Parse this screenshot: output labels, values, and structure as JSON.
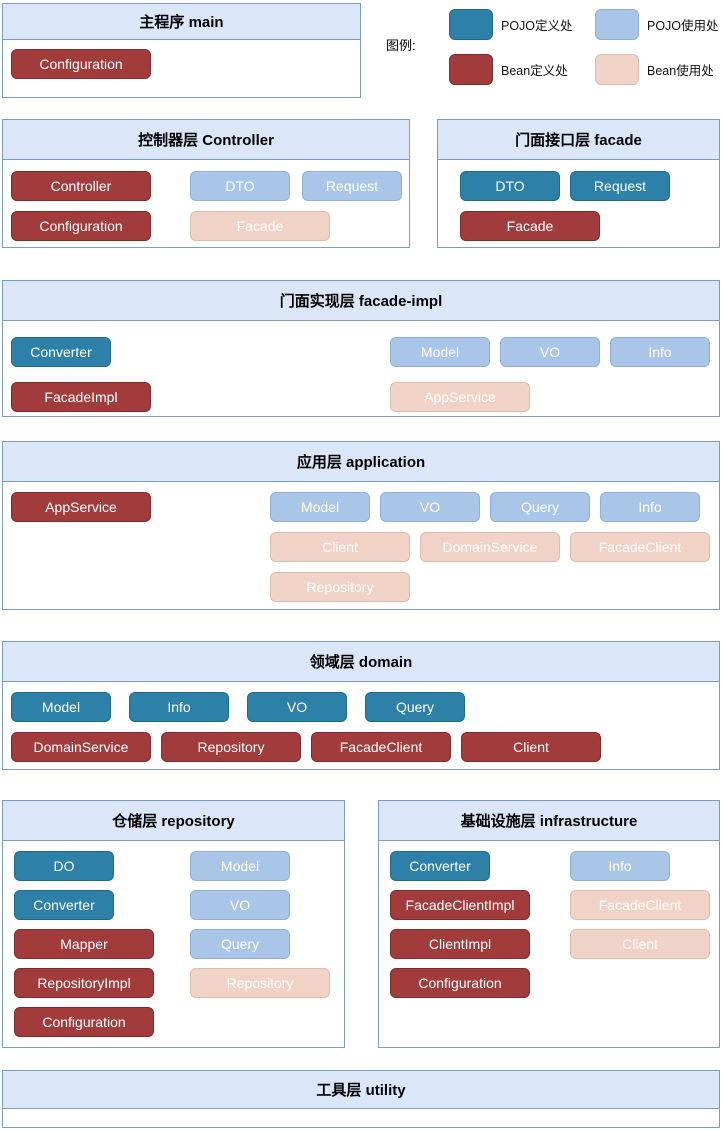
{
  "palette": {
    "pojo_def": {
      "fill": "#2d80a7",
      "border": "#1e6a8d",
      "text": "#ffffff"
    },
    "pojo_use": {
      "fill": "#a9c6e8",
      "border": "#8fb0d8",
      "text": "#ffffff"
    },
    "bean_def": {
      "fill": "#a23b3b",
      "border": "#7c2c2c",
      "text": "#ffffff"
    },
    "bean_use": {
      "fill": "#f1d2c6",
      "border": "#dfbbaa",
      "text": "#ffffff"
    },
    "header_fill": "#dbe7f8",
    "frame_border": "#7d9cc4"
  },
  "legend": {
    "label": "图例:",
    "items": [
      {
        "name": "pojo-definition",
        "type": "pojo_def",
        "label": "POJO定义处"
      },
      {
        "name": "pojo-usage",
        "type": "pojo_use",
        "label": "POJO使用处"
      },
      {
        "name": "bean-definition",
        "type": "bean_def",
        "label": "Bean定义处"
      },
      {
        "name": "bean-usage",
        "type": "bean_use",
        "label": "Bean使用处"
      }
    ]
  },
  "layers": {
    "main": {
      "title": "主程序 main",
      "rows": [
        {
          "left": [
            {
              "label": "Configuration",
              "type": "bean_def",
              "wide": true
            }
          ]
        }
      ]
    },
    "controller": {
      "title": "控制器层 Controller",
      "rows": [
        {
          "gap": 12,
          "left": [
            {
              "label": "Controller",
              "type": "bean_def",
              "wide": true
            }
          ],
          "right": [
            {
              "label": "DTO",
              "type": "pojo_use"
            },
            {
              "label": "Request",
              "type": "pojo_use"
            }
          ]
        },
        {
          "left": [
            {
              "label": "Configuration",
              "type": "bean_def",
              "wide": true
            }
          ],
          "right": [
            {
              "label": "Facade",
              "type": "bean_use",
              "wide": true
            }
          ]
        }
      ]
    },
    "facade": {
      "title": "门面接口层 facade",
      "rows": [
        {
          "left": [
            {
              "label": "DTO",
              "type": "pojo_def"
            },
            {
              "label": "Request",
              "type": "pojo_def"
            }
          ]
        },
        {
          "left": [
            {
              "label": "Facade",
              "type": "bean_def",
              "wide": true
            }
          ]
        }
      ]
    },
    "facade_impl": {
      "title": "门面实现层 facade-impl",
      "rows": [
        {
          "left": [
            {
              "label": "Converter",
              "type": "pojo_def"
            }
          ],
          "right": [
            {
              "label": "Model",
              "type": "pojo_use"
            },
            {
              "label": "VO",
              "type": "pojo_use"
            },
            {
              "label": "Info",
              "type": "pojo_use"
            }
          ]
        },
        {
          "left": [
            {
              "label": "FacadeImpl",
              "type": "bean_def",
              "wide": true
            }
          ],
          "right": [
            {
              "label": "AppService",
              "type": "bean_use",
              "wide": true
            }
          ]
        }
      ]
    },
    "application": {
      "title": "应用层 application",
      "rows": [
        {
          "left": [
            {
              "label": "AppService",
              "type": "bean_def",
              "wide": true
            }
          ],
          "right": [
            {
              "label": "Model",
              "type": "pojo_use"
            },
            {
              "label": "VO",
              "type": "pojo_use"
            },
            {
              "label": "Query",
              "type": "pojo_use"
            },
            {
              "label": "Info",
              "type": "pojo_use"
            }
          ]
        },
        {
          "right": [
            {
              "label": "Client",
              "type": "bean_use",
              "wide": true
            },
            {
              "label": "DomainService",
              "type": "bean_use",
              "wide": true
            },
            {
              "label": "FacadeClient",
              "type": "bean_use",
              "wide": true
            }
          ]
        },
        {
          "right": [
            {
              "label": "Repository",
              "type": "bean_use",
              "wide": true
            }
          ]
        }
      ]
    },
    "domain": {
      "title": "领域层 domain",
      "rows": [
        {
          "gap": 18,
          "left": [
            {
              "label": "Model",
              "type": "pojo_def"
            },
            {
              "label": "Info",
              "type": "pojo_def"
            },
            {
              "label": "VO",
              "type": "pojo_def"
            },
            {
              "label": "Query",
              "type": "pojo_def"
            }
          ]
        },
        {
          "left": [
            {
              "label": "DomainService",
              "type": "bean_def",
              "wide": true
            },
            {
              "label": "Repository",
              "type": "bean_def",
              "wide": true
            },
            {
              "label": "FacadeClient",
              "type": "bean_def",
              "wide": true
            },
            {
              "label": "Client",
              "type": "bean_def",
              "wide": true
            }
          ]
        }
      ]
    },
    "repository": {
      "title": "仓储层 repository",
      "rows": [
        {
          "left": [
            {
              "label": "DO",
              "type": "pojo_def"
            }
          ],
          "right": [
            {
              "label": "Model",
              "type": "pojo_use"
            }
          ]
        },
        {
          "left": [
            {
              "label": "Converter",
              "type": "pojo_def"
            }
          ],
          "right": [
            {
              "label": "VO",
              "type": "pojo_use"
            }
          ]
        },
        {
          "left": [
            {
              "label": "Mapper",
              "type": "bean_def",
              "wide": true
            }
          ],
          "right": [
            {
              "label": "Query",
              "type": "pojo_use"
            }
          ]
        },
        {
          "left": [
            {
              "label": "RepositoryImpl",
              "type": "bean_def",
              "wide": true
            }
          ],
          "right": [
            {
              "label": "Repository",
              "type": "bean_use",
              "wide": true
            }
          ]
        },
        {
          "left": [
            {
              "label": "Configuration",
              "type": "bean_def",
              "wide": true
            }
          ]
        }
      ]
    },
    "infrastructure": {
      "title": "基础设施层 infrastructure",
      "rows": [
        {
          "left": [
            {
              "label": "Converter",
              "type": "pojo_def"
            }
          ],
          "right": [
            {
              "label": "Info",
              "type": "pojo_use"
            }
          ]
        },
        {
          "left": [
            {
              "label": "FacadeClientImpl",
              "type": "bean_def",
              "wide": true
            }
          ],
          "right": [
            {
              "label": "FacadeClient",
              "type": "bean_use",
              "wide": true
            }
          ]
        },
        {
          "left": [
            {
              "label": "ClientImpl",
              "type": "bean_def",
              "wide": true
            }
          ],
          "right": [
            {
              "label": "Client",
              "type": "bean_use",
              "wide": true
            }
          ]
        },
        {
          "left": [
            {
              "label": "Configuration",
              "type": "bean_def",
              "wide": true
            }
          ]
        }
      ]
    },
    "utility": {
      "title": "工具层 utility",
      "rows": []
    }
  }
}
